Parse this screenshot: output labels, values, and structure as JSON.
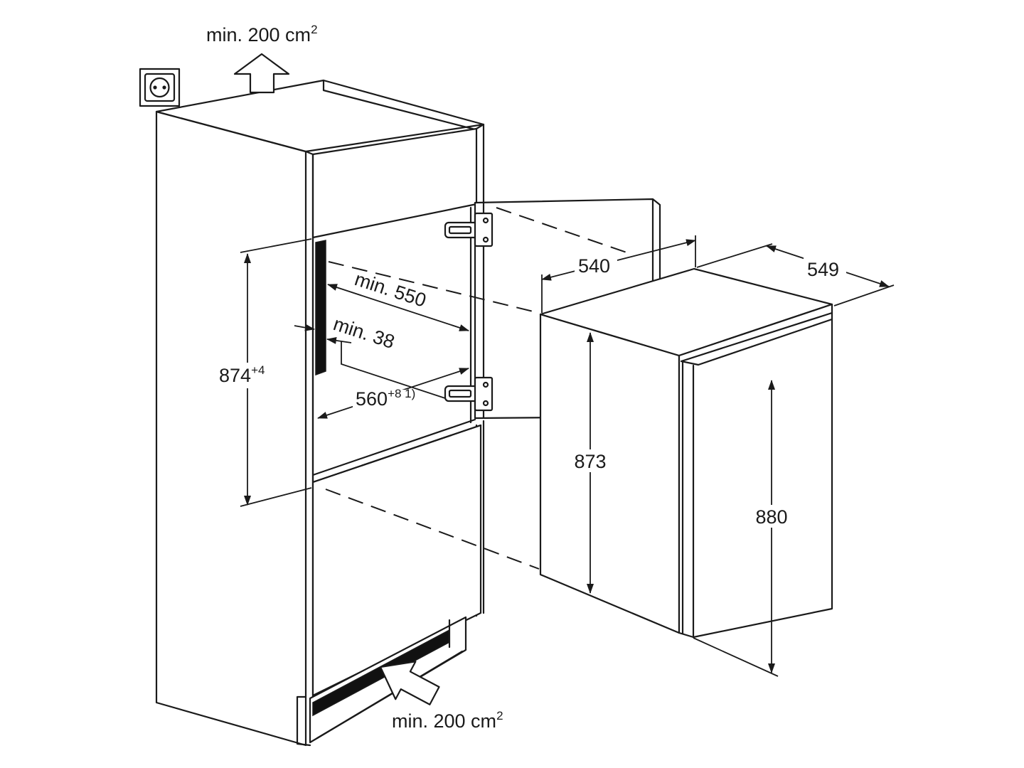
{
  "labels": {
    "top_vent": {
      "text": "min. 200 cm",
      "sup": "2"
    },
    "bottom_vent": {
      "text": "min. 200 cm",
      "sup": "2"
    },
    "niche_height": {
      "text": "874",
      "sup": "+4"
    },
    "niche_depth": {
      "text": "min. 550"
    },
    "rear_gap": {
      "text": "min. 38"
    },
    "niche_width": {
      "text": "560",
      "sup": "+8 1)"
    },
    "appliance_width": {
      "text": "540"
    },
    "appliance_depth": {
      "text": "549"
    },
    "appliance_body_height": {
      "text": "873"
    },
    "appliance_total_height": {
      "text": "880"
    }
  },
  "icons": {
    "socket": "power-socket-icon",
    "top_airflow": "arrow-up-icon",
    "bottom_airflow": "arrow-left-icon"
  },
  "colors": {
    "ink": "#1a1a1a",
    "dark_fill": "#111111",
    "background": "#ffffff"
  }
}
